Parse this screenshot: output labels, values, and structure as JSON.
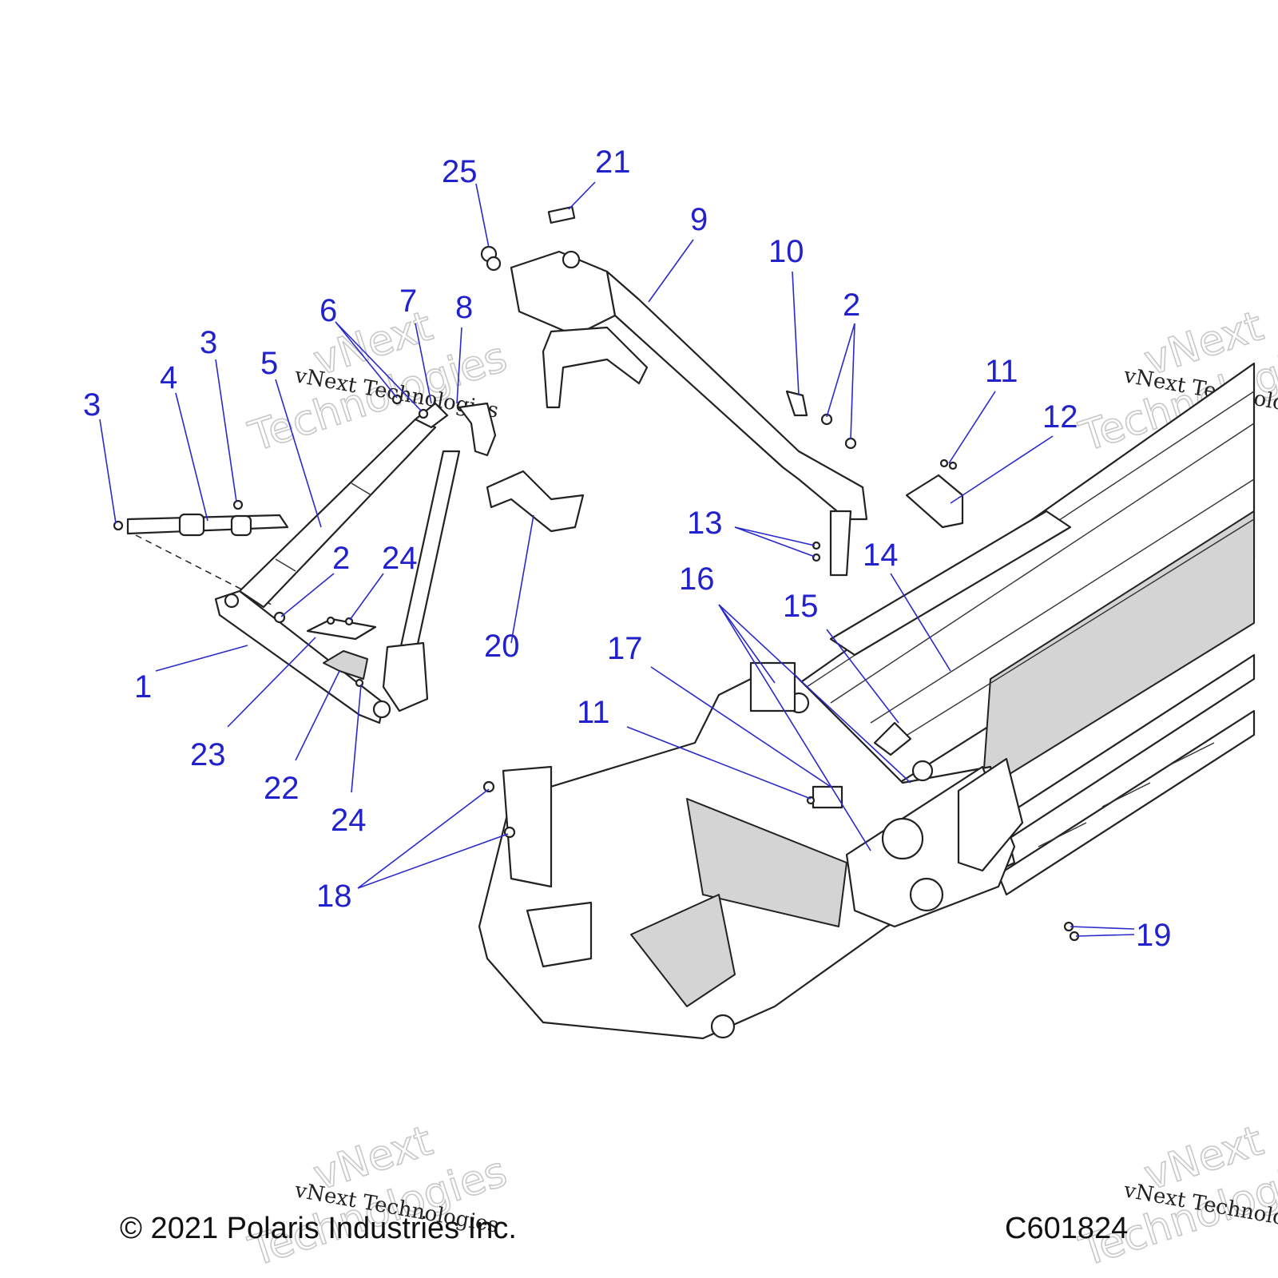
{
  "footer": {
    "copyright": "© 2021 Polaris Industries Inc.",
    "figure_id": "C601824"
  },
  "watermark": {
    "line1": "vNext Technologies",
    "line2": "vNext",
    "line3": "Technologies"
  },
  "callouts": [
    "1",
    "2",
    "2",
    "3",
    "3",
    "4",
    "5",
    "6",
    "7",
    "8",
    "9",
    "10",
    "11",
    "11",
    "12",
    "13",
    "14",
    "15",
    "16",
    "17",
    "18",
    "19",
    "20",
    "21",
    "22",
    "23",
    "24",
    "24",
    "25"
  ]
}
